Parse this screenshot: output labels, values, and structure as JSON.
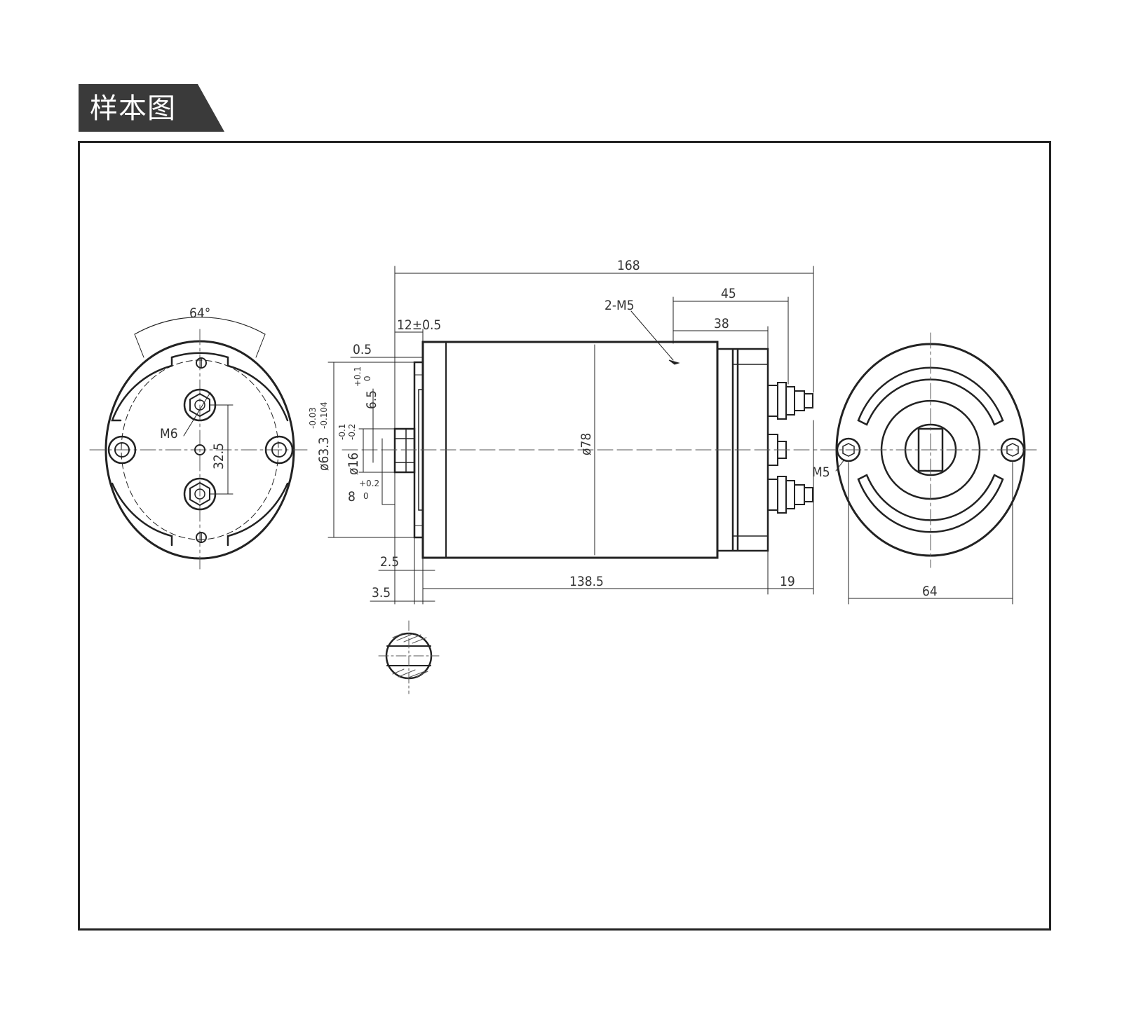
{
  "header": {
    "title": "样本图"
  },
  "colors": {
    "ink": "#222222",
    "tab": "#3a3a3a",
    "tab_text": "#ffffff",
    "center_line": "#555555"
  },
  "dimensions": {
    "overall_length": "168",
    "terminal_span": "45",
    "terminal_inner": "38",
    "thread_callout": "2-M5",
    "pilot_length": "12±0.5",
    "flange_offset": "0.5",
    "pilot_diameter": "ø63.3",
    "pilot_diameter_tol_upper": "-0.03",
    "pilot_diameter_tol_lower": "-0.104",
    "shaft_diameter": "ø16",
    "shaft_diameter_tol_upper": "-0.1",
    "shaft_diameter_tol_lower": "-0.2",
    "flat_depth": "6.5",
    "flat_depth_tol_upper": "+0.1",
    "flat_depth_tol_lower": "0",
    "key_width": "8",
    "key_width_tol_upper": "+0.2",
    "key_width_tol_lower": "0",
    "body_diameter": "ø78",
    "flange_thickness": "2.5",
    "shaft_step": "3.5",
    "body_length": "138.5",
    "rear_length": "19",
    "angle": "64°",
    "front_thread": "M6",
    "bolt_spacing": "32.5",
    "rear_thread": "M5",
    "rear_bolt_spacing": "64"
  }
}
